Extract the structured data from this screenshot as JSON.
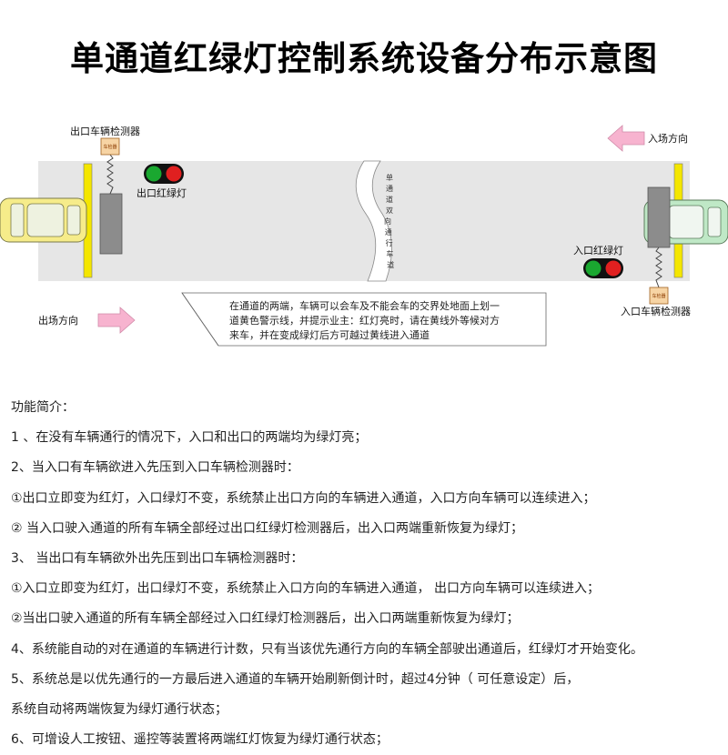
{
  "title": "单通道红绿灯控制系统设备分布示意图",
  "diagram": {
    "exit_detector_label": "出口车辆检测器",
    "exit_light_label": "出口红绿灯",
    "entry_direction_label": "入场方向",
    "entry_light_label": "入口红绿灯",
    "entry_detector_label": "入口车辆检测器",
    "exit_direction_label": "出场方向",
    "channel_label": "单通道双向通行车道",
    "detector_box_text": "车检器",
    "note_lines": [
      "在通道的两端，车辆可以会车及不能会车的交界处地面上划一",
      "道黄色警示线，并提示业主：红灯亮时，请在黄线外等候对方",
      "来车，并在变成绿灯后方可越过黄线进入通道"
    ],
    "colors": {
      "road": "#e6e6e6",
      "yellow_line": "#f4e600",
      "car_left": "#f6ec8a",
      "car_right": "#bfe8c6",
      "arrow": "#f7b3cf",
      "red_light": "#e02020",
      "green_light": "#1aa830"
    }
  },
  "features": {
    "heading": "功能简介：",
    "lines": [
      "1 、在没有车辆通行的情况下，入口和出口的两端均为绿灯亮；",
      "2、当入口有车辆欲进入先压到入口车辆检测器时：",
      "①出口立即变为红灯，入口绿灯不变，系统禁止出口方向的车辆进入通道，入口方向车辆可以连续进入；",
      "② 当入口驶入通道的所有车辆全部经过出口红绿灯检测器后，出入口两端重新恢复为绿灯；",
      "3、 当出口有车辆欲外出先压到出口车辆检测器时：",
      "①入口立即变为红灯，出口绿灯不变，系统禁止入口方向的车辆进入通道， 出口方向车辆可以连续进入；",
      "②当出口驶入通道的所有车辆全部经过入口红绿灯检测器后，出入口两端重新恢复为绿灯；",
      "4、系统能自动的对在通道的车辆进行计数，只有当该优先通行方向的车辆全部驶出通道后，红绿灯才开始变化。",
      "5、系统总是以优先通行的一方最后进入通道的车辆开始刷新倒计时，超过4分钟（ 可任意设定）后，",
      "系统自动将两端恢复为绿灯通行状态；",
      "6、可增设人工按钮、遥控等装置将两端红灯恢复为绿灯通行状态；"
    ]
  }
}
